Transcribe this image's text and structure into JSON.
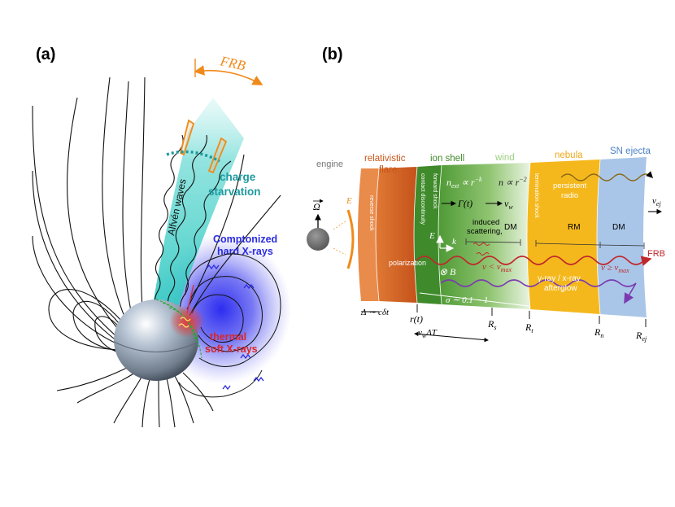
{
  "panels": {
    "a": "(a)",
    "b": "(b)"
  },
  "panel_a": {
    "frb": "FRB",
    "alfven_waves": "Alfvén waves",
    "charge_starvation": [
      "charge",
      "starvation"
    ],
    "comptonized": [
      "Comptonized",
      "hard X-rays"
    ],
    "thermal": [
      "thermal",
      "soft X-rays"
    ]
  },
  "panel_b": {
    "engine": "engine",
    "omega": "Ω",
    "energy": "E",
    "regions": {
      "relativistic_flare": [
        "relativistic",
        "flare"
      ],
      "ion_shell": "ion shell",
      "wind": "wind",
      "nebula": "nebula",
      "sn_ejecta": "SN ejecta"
    },
    "vertical_labels": {
      "reverse_shock": "reverse shock",
      "contact_discontinuity": "contact discontinuity",
      "forward_shock": "forward shock",
      "termination_shock": "termination shock"
    },
    "n_ext": "n",
    "n_ext_sub": "ext",
    "n_ext_rel": "∝ r",
    "n_ext_exp": "−k",
    "n_wind": "n ∝ r",
    "n_wind_exp": "−2",
    "gamma": "Γ(t)",
    "v_w": "v",
    "v_w_sub": "w",
    "induced": [
      "induced",
      "scattering"
    ],
    "dm": "DM",
    "dm_comma": ",",
    "e_vec": "E",
    "k_vec": "k",
    "b_vec": "⊗ B",
    "polarization": "polarization",
    "nu_lt": "ν < ν",
    "nu_max_sub": "max",
    "persistent_radio": [
      "persistent",
      "radio"
    ],
    "rm": "RM",
    "dm2": "DM",
    "nu_ge": "ν  ≥  ν",
    "frb": "FRB",
    "afterglow": [
      "γ-ray / x-ray",
      "afterglow"
    ],
    "sigma": "σ ∼ 0.1 − 1",
    "v_ej": "v",
    "v_ej_sub": "ej",
    "delta": "Δ ∼ cδt",
    "r_t": "r(t)",
    "r_s": "R",
    "r_s_sub": "s",
    "r_tt": "R",
    "r_tt_sub": "t",
    "r_n": "R",
    "r_n_sub": "n",
    "r_ej": "R",
    "r_ej_sub": "ej",
    "vw_dt": "v",
    "vw_dt_sub": "w",
    "vw_dt_rest": "ΔT"
  },
  "colors": {
    "flare": "#c8561a",
    "ion_shell": "#4e9a35",
    "wind": "#c9e2b8",
    "nebula": "#f5b81c",
    "sn_ejecta": "#a9c6e8",
    "frb_orange": "#f08a1a",
    "frb_red": "#c0282c",
    "afterglow_purple": "#7a3bb0",
    "cyan": "#2bb7b2",
    "blue": "#2c2ce0"
  }
}
